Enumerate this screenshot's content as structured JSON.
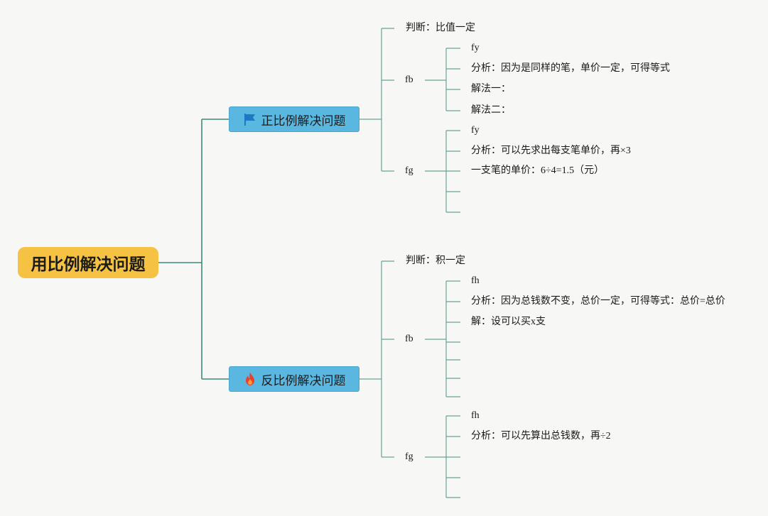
{
  "root": {
    "label": "用比例解决问题"
  },
  "branches": [
    {
      "label": "正比例解决问题",
      "icon": "flag-icon",
      "judge": "判断：比值一定",
      "groups": [
        {
          "label": "fb",
          "items": [
            "fy",
            "分析：因为是同样的笔，单价一定，可得等式",
            "解法一：",
            "解法二："
          ]
        },
        {
          "label": "fg",
          "items": [
            "fy",
            "分析：可以先求出每支笔单价，再×3",
            "一支笔的单价：6÷4=1.5（元）",
            "",
            ""
          ]
        }
      ]
    },
    {
      "label": "反比例解决问题",
      "icon": "fire-icon",
      "judge": "判断：积一定",
      "groups": [
        {
          "label": "fb",
          "items": [
            "fh",
            "分析：因为总钱数不变，总价一定，可得等式：总价=总价",
            "解：设可以买x支",
            "",
            "",
            "",
            ""
          ]
        },
        {
          "label": "fg",
          "items": [
            "fh",
            "分析：可以先算出总钱数，再÷2",
            "",
            "",
            ""
          ]
        }
      ]
    }
  ],
  "colors": {
    "root": "#f6c244",
    "branch": "#5ab7e0",
    "connector": "#6aa396"
  }
}
